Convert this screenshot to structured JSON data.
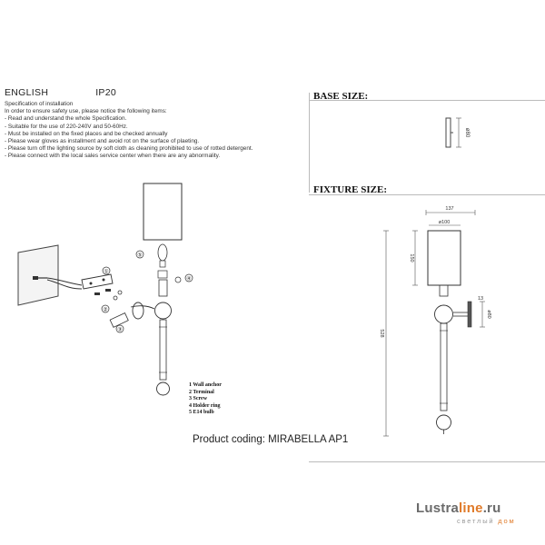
{
  "header": {
    "language": "ENGLISH",
    "ip_rating": "IP20"
  },
  "spec": {
    "lines": [
      "Specification of installation",
      "In order to ensure safety use, please notice the following items:",
      "- Read and understand the whole Specification.",
      "- Suitable for the use of 220-240V and 50-60Hz.",
      "- Must be installed on the fixed places and be checked annually",
      "- Please wear gloves as installment and avoid rot on the surface of plaeting.",
      "- Please turn off the lighting source by soft cloth as cleaning prohibited to use of rotted detergent.",
      "- Please connect with the local sales service center when there are any abnormality."
    ]
  },
  "sections": {
    "base_size": "BASE SIZE:",
    "fixture_size": "FIXTURE SIZE:"
  },
  "dimensions": {
    "base_diameter": "ø80",
    "total_width": "137",
    "shade_diameter": "ø100",
    "shade_height": "150",
    "total_height": "528",
    "base_depth": "13",
    "base_diameter_side": "ø80"
  },
  "parts": {
    "items": [
      "1 Wall anchor",
      "2 Terminal",
      "3 Screw",
      "4 Holder ring",
      "5 E14 bulb"
    ],
    "callouts": [
      "①",
      "②",
      "③",
      "④",
      "⑤"
    ]
  },
  "product": {
    "coding": "Product coding: MIRABELLA AP1"
  },
  "logo": {
    "main": "Lustra",
    "accent": "line",
    "suffix": ".ru",
    "sub_main": "светлый ",
    "sub_accent": "дом"
  }
}
